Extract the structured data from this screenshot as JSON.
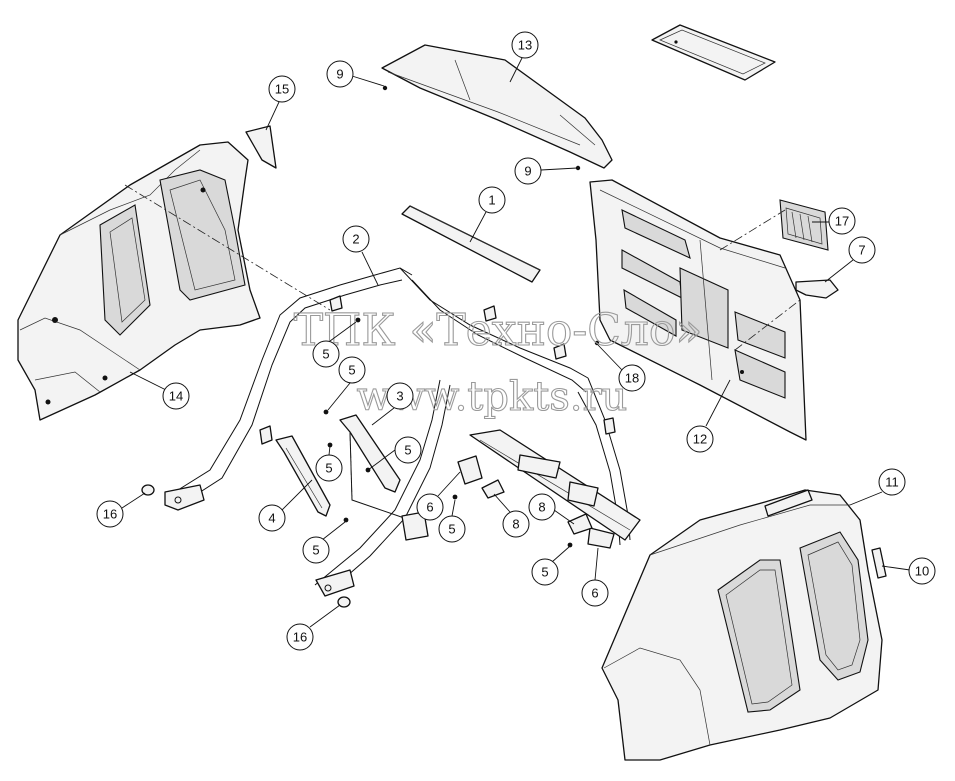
{
  "watermark": {
    "line1": "ТПК «Техно-Сло»",
    "line2": "www.tpkts.ru"
  },
  "callouts": [
    "1",
    "2",
    "3",
    "4",
    "5",
    "6",
    "7",
    "8",
    "9",
    "10",
    "11",
    "12",
    "13",
    "14",
    "15",
    "16",
    "17",
    "18"
  ]
}
